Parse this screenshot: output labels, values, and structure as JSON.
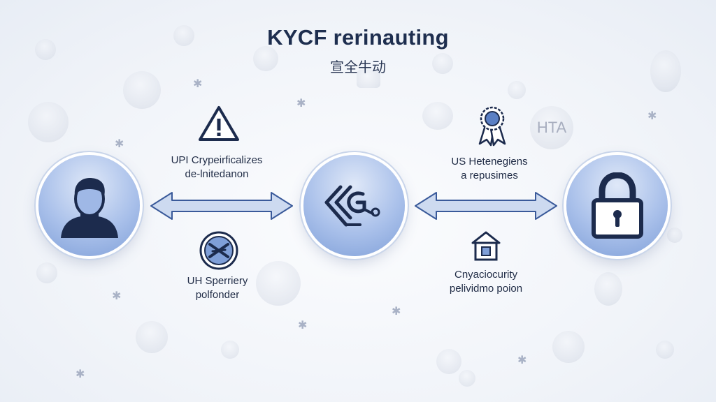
{
  "title": "KYCF rerinauting",
  "subtitle": "宣全牛动",
  "labels": {
    "top_left": [
      "UPI Crypeirficalizes",
      "de-lnitedanon"
    ],
    "top_right": [
      "US Hetenegiens",
      "a repusimes"
    ],
    "bottom_left": [
      "UH Sperriery",
      "polfonder"
    ],
    "bottom_right": [
      "Cnyaciocurity",
      "pelividmo poion"
    ]
  },
  "badge_text": "HTA",
  "nodes": [
    {
      "name": "user",
      "icon": "user-icon"
    },
    {
      "name": "kyc-logo",
      "icon": "kyc-logo-icon"
    },
    {
      "name": "lock",
      "icon": "lock-icon"
    }
  ],
  "colors": {
    "node_fill": "#a9c0ea",
    "icon_dark": "#1c2b4d",
    "arrow_fill": "#cddaf0",
    "arrow_stroke": "#3a5a9a"
  }
}
